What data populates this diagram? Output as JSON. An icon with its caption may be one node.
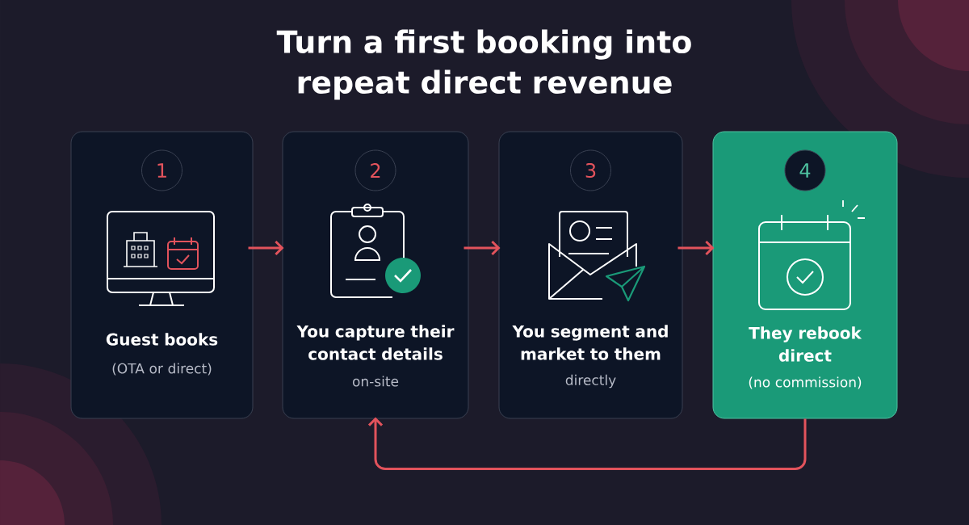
{
  "diagram": {
    "title": "Turn a first booking into repeat direct revenue",
    "nodes": [
      {
        "text": [
          "1",
          "Guest books",
          "(OTA or direct)"
        ]
      },
      {
        "text": [
          "2",
          "You capture their contact details",
          "on-site"
        ]
      },
      {
        "text": [
          "3",
          "You segment and market to them",
          "directly"
        ]
      },
      {
        "text": [
          "4",
          "They rebook direct",
          "(no commission)"
        ]
      }
    ],
    "edges": [
      {
        "from": 0,
        "to": 1,
        "arrow": "to"
      },
      {
        "from": 1,
        "to": 2,
        "arrow": "to"
      },
      {
        "from": 2,
        "to": 3,
        "arrow": "to"
      },
      {
        "from": 3,
        "to": 1,
        "arrow": "to"
      }
    ]
  }
}
